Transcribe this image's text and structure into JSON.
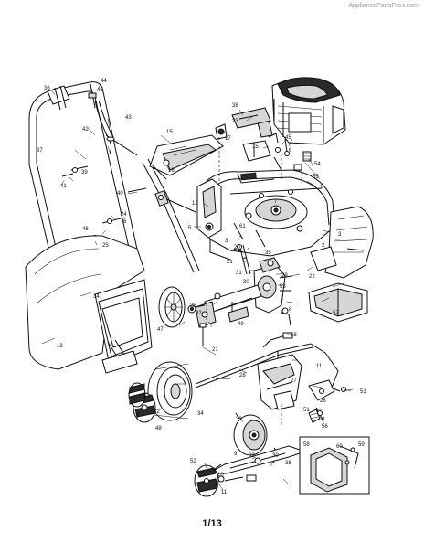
{
  "header": {
    "watermark": "AppliancePartsPros.com"
  },
  "footer": {
    "page_indicator": "1/13"
  },
  "callouts": [
    "1",
    "2",
    "3",
    "4",
    "5",
    "6",
    "7",
    "8",
    "9",
    "10",
    "11",
    "12",
    "13",
    "15",
    "16",
    "17",
    "18",
    "19",
    "20",
    "21",
    "22",
    "23",
    "24",
    "25",
    "26",
    "27",
    "28",
    "29",
    "30",
    "31",
    "32",
    "33",
    "34",
    "35",
    "36",
    "37",
    "38",
    "39",
    "40",
    "41",
    "42",
    "43",
    "44",
    "45",
    "46",
    "47",
    "48",
    "49",
    "50",
    "51",
    "52",
    "53",
    "54",
    "55",
    "56",
    "57",
    "58",
    "59",
    "60",
    "61"
  ]
}
